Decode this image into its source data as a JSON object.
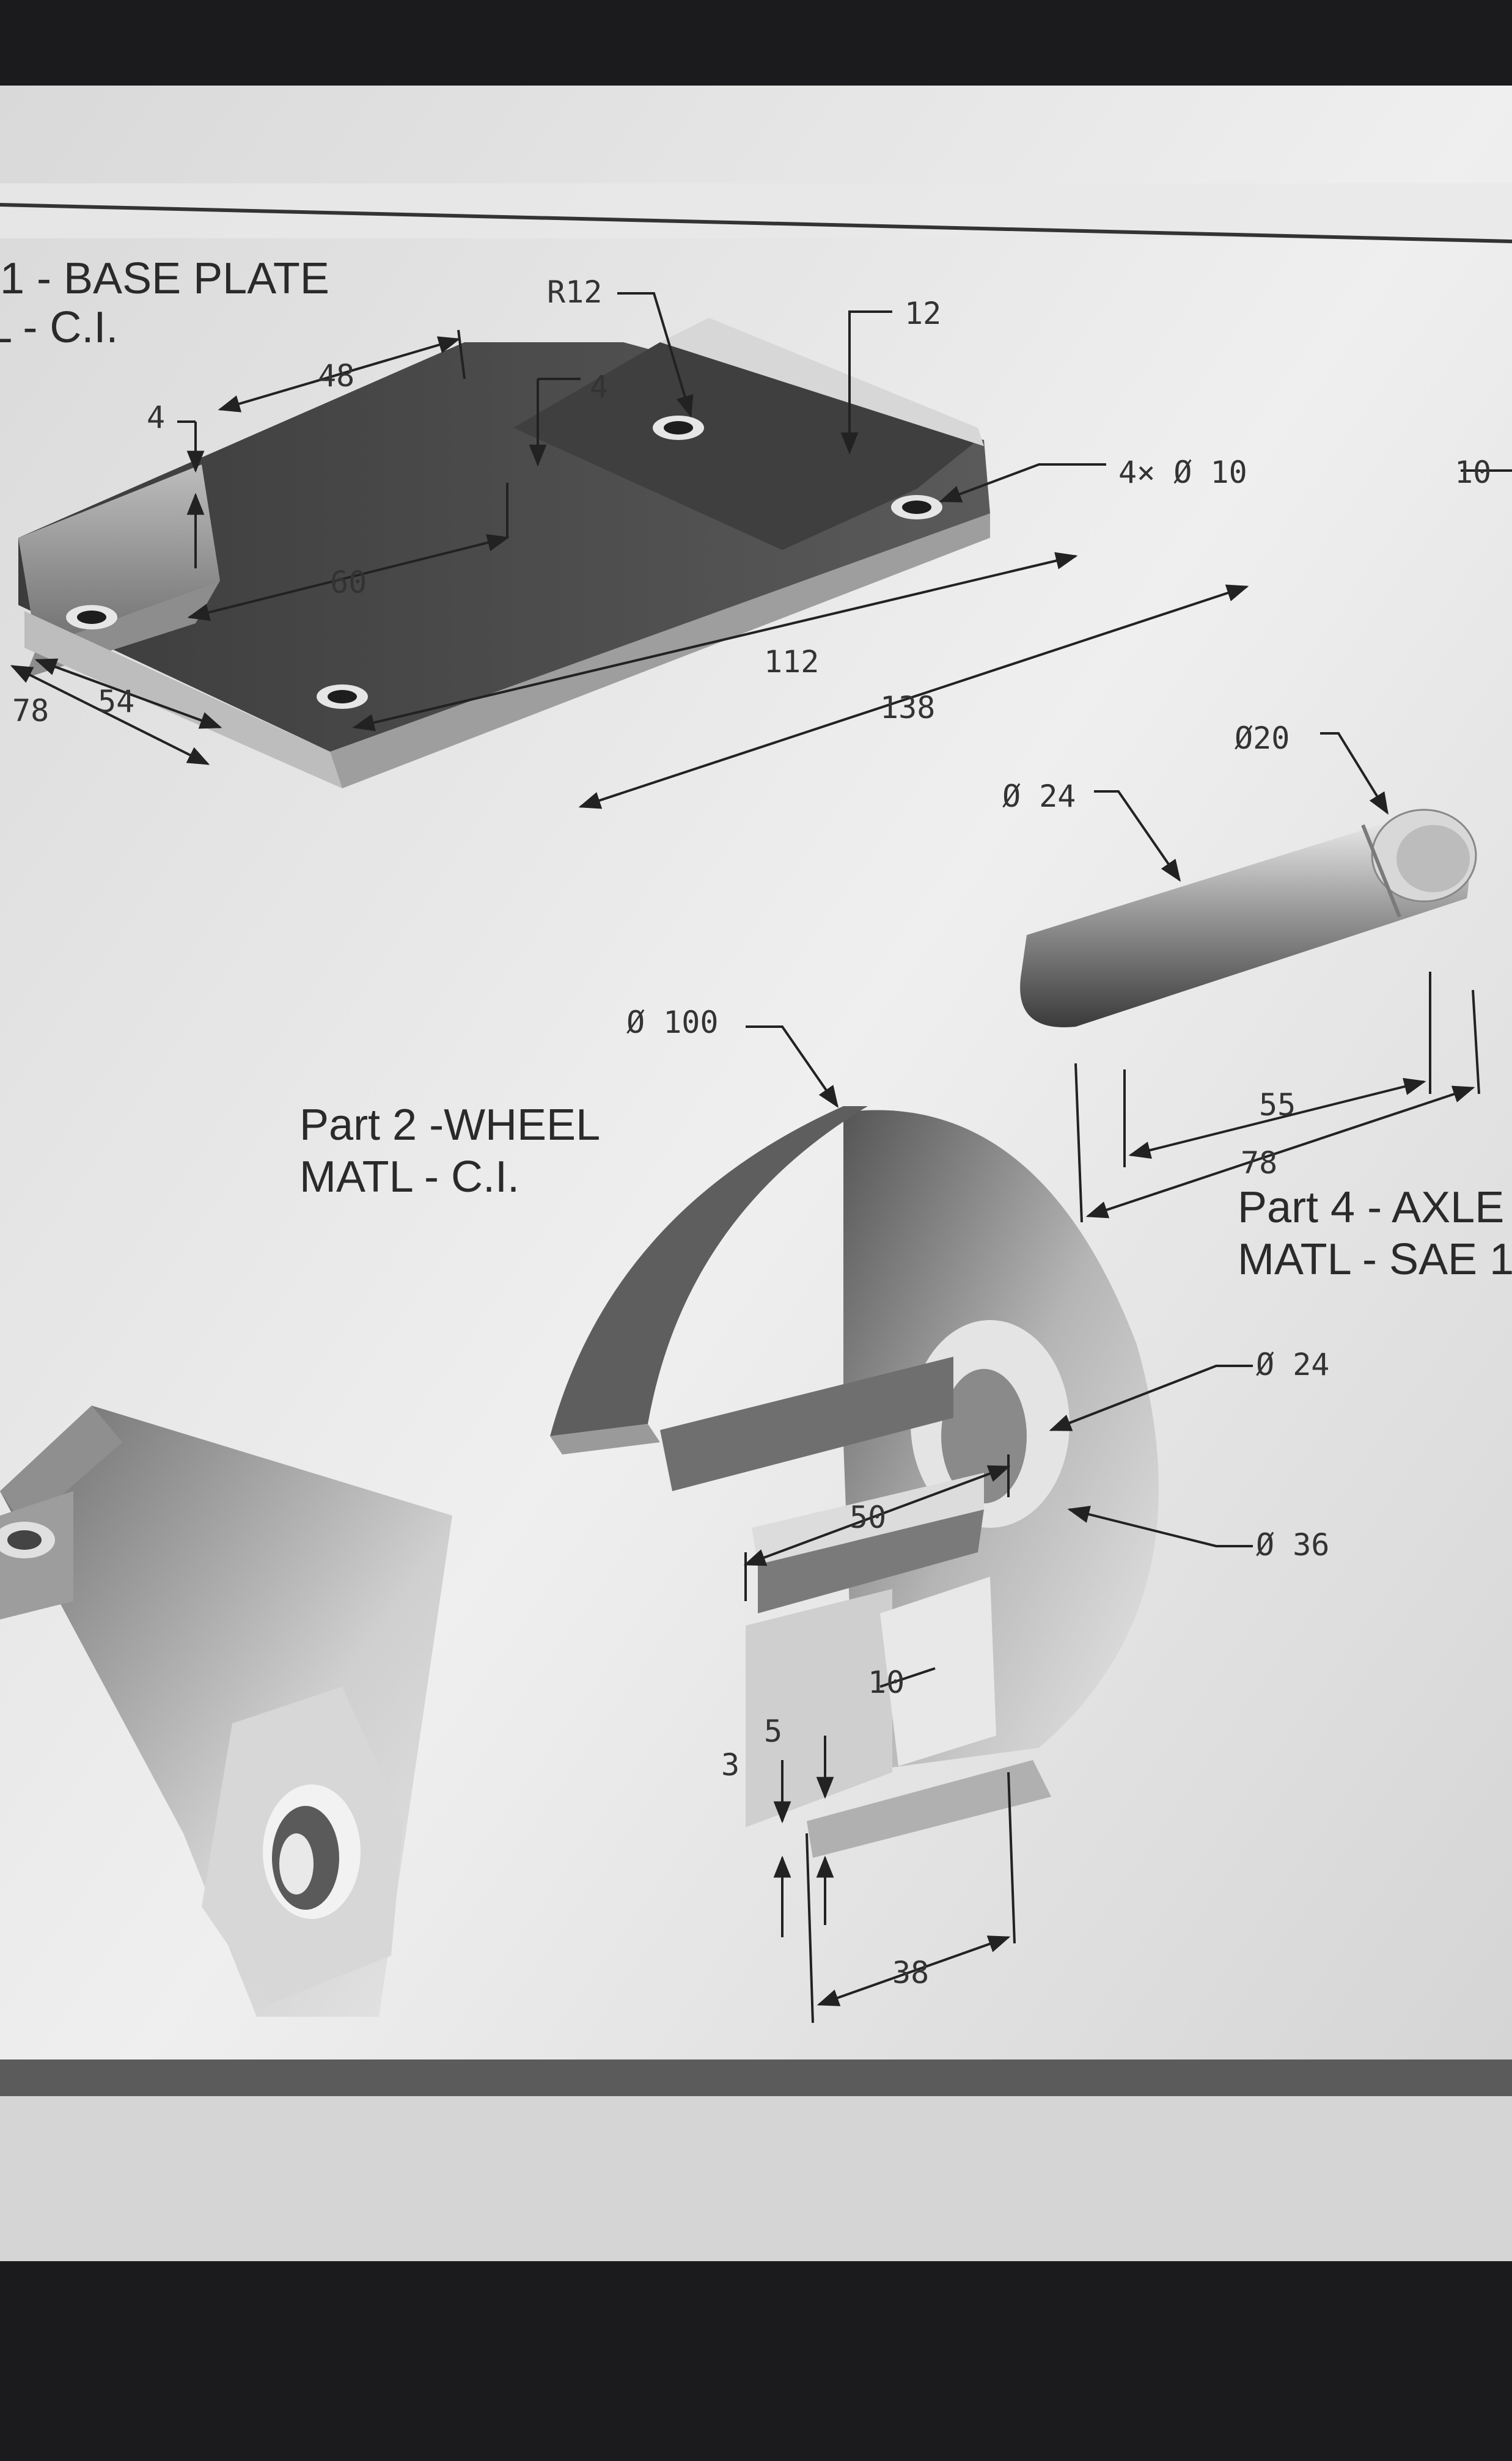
{
  "parts": {
    "part1": {
      "title_line1": "1 - BASE PLATE",
      "title_line2": "L - C.I."
    },
    "part2": {
      "title_line1": "Part 2 -WHEEL",
      "title_line2": "MATL - C.I."
    },
    "part4": {
      "title_line1": "Part 4 - AXLE",
      "title_line2": "MATL - SAE 1"
    }
  },
  "base_plate_dims": {
    "r12": "R12",
    "d12": "12",
    "d48": "48",
    "d4a": "4",
    "d4b": "4",
    "holes": "4× Ø 10",
    "d10": "10",
    "d60": "60",
    "d112": "112",
    "d138": "138",
    "d78": "78",
    "d54": "54"
  },
  "axle_dims": {
    "phi20": "Ø20",
    "phi24": "Ø 24",
    "d55": "55",
    "d78": "78"
  },
  "wheel_dims": {
    "phi100": "Ø 100",
    "phi24": "Ø 24",
    "phi36": "Ø 36",
    "d50": "50",
    "d10": "10",
    "d5": "5",
    "d3": "3",
    "d38": "38"
  }
}
